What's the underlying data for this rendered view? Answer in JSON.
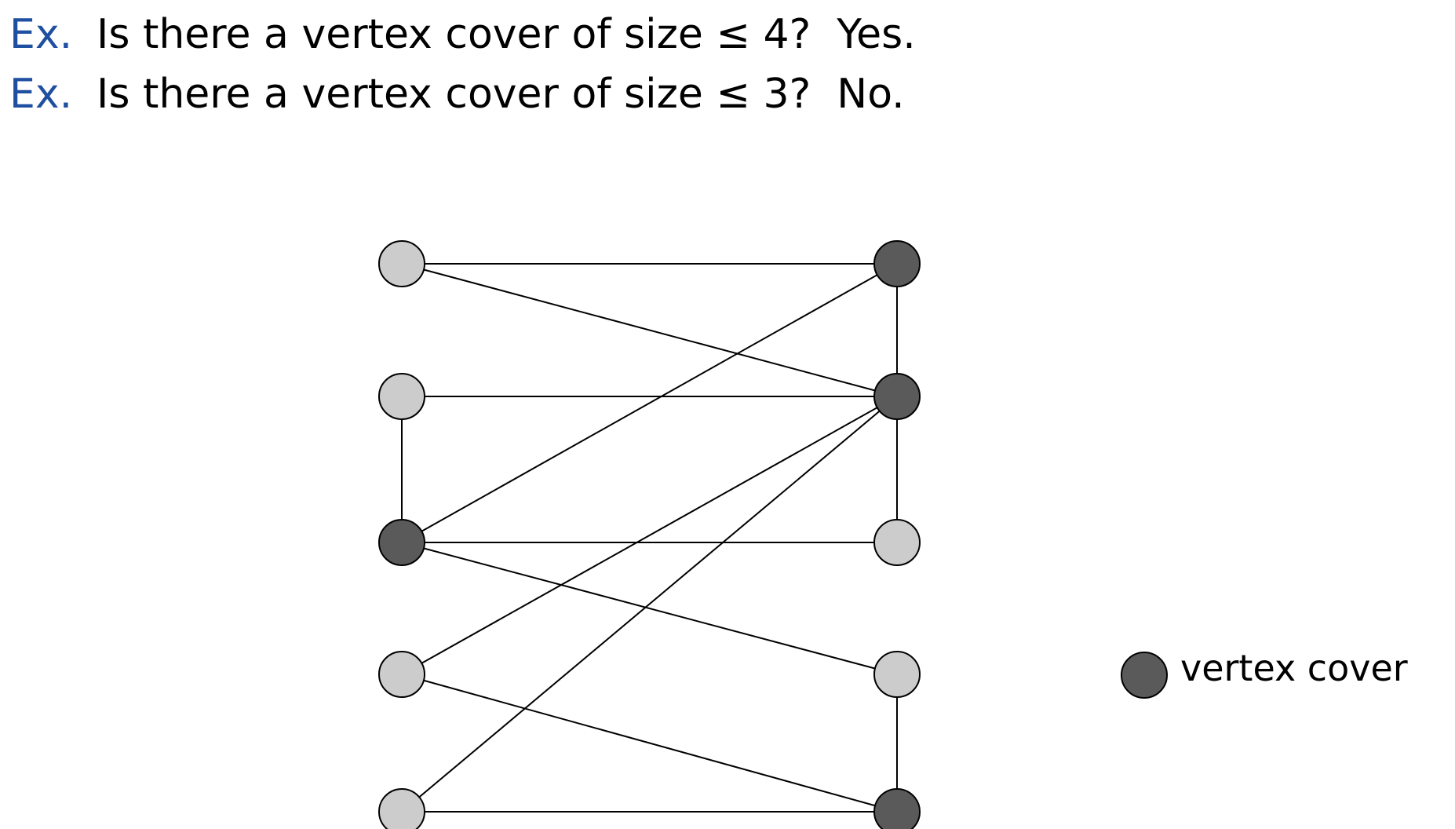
{
  "examples": [
    {
      "prefix": "Ex.",
      "question": "Is there a vertex cover of size ≤ 4?",
      "answer": "Yes."
    },
    {
      "prefix": "Ex.",
      "question": "Is there a vertex cover of size ≤ 3?",
      "answer": "No."
    }
  ],
  "legend": {
    "label": "vertex cover"
  },
  "colors": {
    "ex_prefix": "#1f4fa0",
    "cover_node": "#5a5a5a",
    "other_node": "#cccccc",
    "edge": "#000000"
  },
  "graph": {
    "nodes": [
      {
        "id": "L1",
        "in_cover": false
      },
      {
        "id": "L2",
        "in_cover": false
      },
      {
        "id": "L3",
        "in_cover": true
      },
      {
        "id": "L4",
        "in_cover": false
      },
      {
        "id": "L5",
        "in_cover": false
      },
      {
        "id": "R1",
        "in_cover": true
      },
      {
        "id": "R2",
        "in_cover": true
      },
      {
        "id": "R3",
        "in_cover": false
      },
      {
        "id": "R4",
        "in_cover": false
      },
      {
        "id": "R5",
        "in_cover": true
      }
    ],
    "edges": [
      [
        "L1",
        "R1"
      ],
      [
        "L1",
        "R2"
      ],
      [
        "L2",
        "R2"
      ],
      [
        "L2",
        "L3"
      ],
      [
        "L3",
        "R1"
      ],
      [
        "L3",
        "R3"
      ],
      [
        "L3",
        "R4"
      ],
      [
        "L4",
        "R2"
      ],
      [
        "L4",
        "R5"
      ],
      [
        "L5",
        "R2"
      ],
      [
        "L5",
        "R5"
      ],
      [
        "R1",
        "R2"
      ],
      [
        "R2",
        "R3"
      ],
      [
        "R4",
        "R5"
      ]
    ]
  }
}
